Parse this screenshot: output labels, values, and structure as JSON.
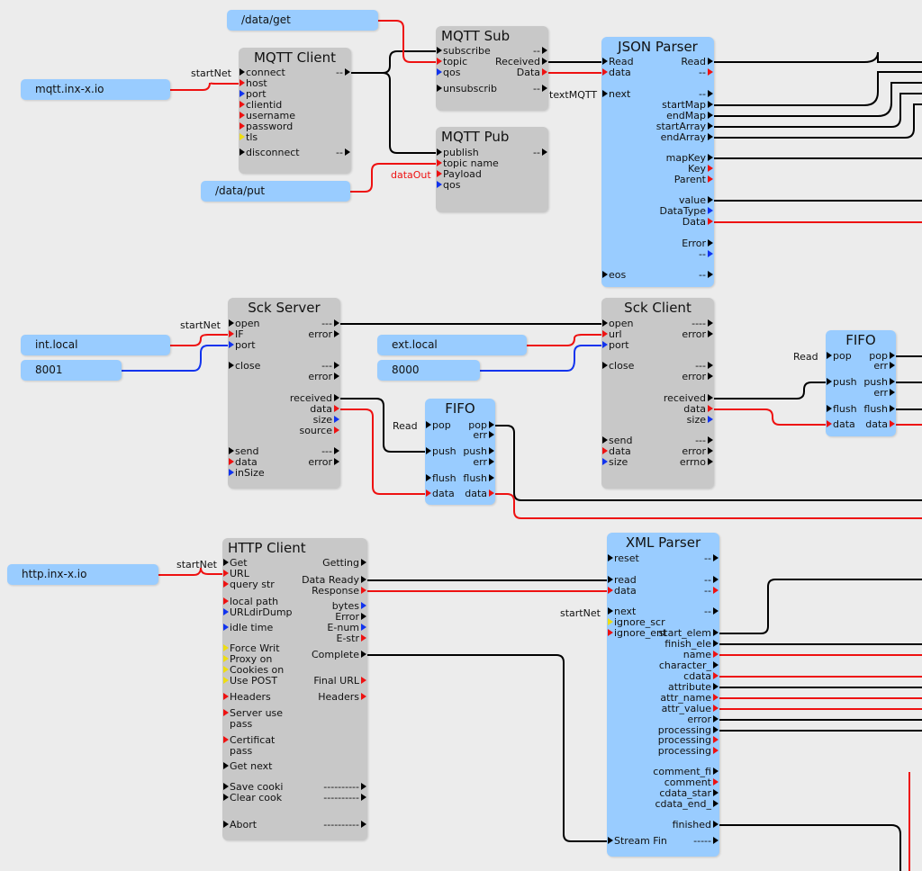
{
  "constants": {
    "data_get": "/data/get",
    "mqtt_host": "mqtt.inx-x.io",
    "data_put": "/data/put",
    "int_local": "int.local",
    "port_8001": "8001",
    "ext_local": "ext.local",
    "port_8000": "8000",
    "http_host": "http.inx-x.io"
  },
  "labels": {
    "startNet": "startNet",
    "dataOut": "dataOut",
    "textMQTT": "textMQTT",
    "read": "Read"
  },
  "nodes": {
    "mqtt_client": {
      "title": "MQTT Client",
      "ports": [
        {
          "label": "connect",
          "side": "in",
          "color": "black"
        },
        {
          "label": "host",
          "side": "in",
          "color": "red"
        },
        {
          "label": "port",
          "side": "in",
          "color": "blue"
        },
        {
          "label": "clientid",
          "side": "in",
          "color": "red"
        },
        {
          "label": "username",
          "side": "in",
          "color": "red"
        },
        {
          "label": "password",
          "side": "in",
          "color": "red"
        },
        {
          "label": "tls",
          "side": "in",
          "color": "yellow"
        },
        {
          "label": "disconnect",
          "side": "in",
          "color": "black"
        },
        {
          "label": "--",
          "side": "out",
          "color": "black"
        },
        {
          "label": "--",
          "side": "out",
          "color": "black"
        }
      ]
    },
    "mqtt_sub": {
      "title": "MQTT Sub",
      "ports": [
        {
          "label": "subscribe",
          "side": "in",
          "color": "black"
        },
        {
          "label": "topic",
          "side": "in",
          "color": "red"
        },
        {
          "label": "qos",
          "side": "in",
          "color": "blue"
        },
        {
          "label": "unsubscrib",
          "side": "in",
          "color": "black"
        },
        {
          "label": "--",
          "side": "out",
          "color": "black"
        },
        {
          "label": "Received",
          "side": "out",
          "color": "black"
        },
        {
          "label": "Data",
          "side": "out",
          "color": "red"
        },
        {
          "label": "--",
          "side": "out",
          "color": "black"
        }
      ]
    },
    "mqtt_pub": {
      "title": "MQTT Pub",
      "ports": [
        {
          "label": "publish",
          "side": "in",
          "color": "black"
        },
        {
          "label": "topic name",
          "side": "in",
          "color": "red"
        },
        {
          "label": "Payload",
          "side": "in",
          "color": "red"
        },
        {
          "label": "qos",
          "side": "in",
          "color": "blue"
        },
        {
          "label": "--",
          "side": "out",
          "color": "black"
        }
      ]
    },
    "json_parser": {
      "title": "JSON Parser",
      "ports": [
        {
          "label": "Read",
          "side": "in",
          "color": "black"
        },
        {
          "label": "data",
          "side": "in",
          "color": "red"
        },
        {
          "label": "next",
          "side": "in",
          "color": "black"
        },
        {
          "label": "eos",
          "side": "in",
          "color": "black"
        },
        {
          "label": "Read",
          "side": "out",
          "color": "black"
        },
        {
          "label": "--",
          "side": "out",
          "color": "red"
        },
        {
          "label": "--",
          "side": "out",
          "color": "black"
        },
        {
          "label": "startMap",
          "side": "out",
          "color": "black"
        },
        {
          "label": "endMap",
          "side": "out",
          "color": "black"
        },
        {
          "label": "startArray",
          "side": "out",
          "color": "black"
        },
        {
          "label": "endArray",
          "side": "out",
          "color": "black"
        },
        {
          "label": "mapKey",
          "side": "out",
          "color": "black"
        },
        {
          "label": "Key",
          "side": "out",
          "color": "red"
        },
        {
          "label": "Parent",
          "side": "out",
          "color": "red"
        },
        {
          "label": "value",
          "side": "out",
          "color": "black"
        },
        {
          "label": "DataType",
          "side": "out",
          "color": "blue"
        },
        {
          "label": "Data",
          "side": "out",
          "color": "red"
        },
        {
          "label": "Error",
          "side": "out",
          "color": "black"
        },
        {
          "label": "--",
          "side": "out",
          "color": "blue"
        },
        {
          "label": "--",
          "side": "out",
          "color": "black"
        }
      ]
    },
    "sck_server": {
      "title": "Sck Server",
      "ports": [
        {
          "label": "open",
          "side": "in",
          "color": "black"
        },
        {
          "label": "IF",
          "side": "in",
          "color": "red"
        },
        {
          "label": "port",
          "side": "in",
          "color": "blue"
        },
        {
          "label": "close",
          "side": "in",
          "color": "black"
        },
        {
          "label": "send",
          "side": "in",
          "color": "black"
        },
        {
          "label": "data",
          "side": "in",
          "color": "red"
        },
        {
          "label": "inSize",
          "side": "in",
          "color": "blue"
        },
        {
          "label": "---",
          "side": "out",
          "color": "black"
        },
        {
          "label": "error",
          "side": "out",
          "color": "black"
        },
        {
          "label": "---",
          "side": "out",
          "color": "black"
        },
        {
          "label": "error",
          "side": "out",
          "color": "black"
        },
        {
          "label": "received",
          "side": "out",
          "color": "black"
        },
        {
          "label": "data",
          "side": "out",
          "color": "red"
        },
        {
          "label": "size",
          "side": "out",
          "color": "blue"
        },
        {
          "label": "source",
          "side": "out",
          "color": "red"
        },
        {
          "label": "---",
          "side": "out",
          "color": "black"
        },
        {
          "label": "error",
          "side": "out",
          "color": "black"
        }
      ]
    },
    "sck_client": {
      "title": "Sck Client",
      "ports": [
        {
          "label": "open",
          "side": "in",
          "color": "black"
        },
        {
          "label": "url",
          "side": "in",
          "color": "red"
        },
        {
          "label": "port",
          "side": "in",
          "color": "blue"
        },
        {
          "label": "close",
          "side": "in",
          "color": "black"
        },
        {
          "label": "send",
          "side": "in",
          "color": "black"
        },
        {
          "label": "data",
          "side": "in",
          "color": "red"
        },
        {
          "label": "size",
          "side": "in",
          "color": "blue"
        },
        {
          "label": "----",
          "side": "out",
          "color": "black"
        },
        {
          "label": "error",
          "side": "out",
          "color": "black"
        },
        {
          "label": "---",
          "side": "out",
          "color": "black"
        },
        {
          "label": "error",
          "side": "out",
          "color": "black"
        },
        {
          "label": "received",
          "side": "out",
          "color": "black"
        },
        {
          "label": "data",
          "side": "out",
          "color": "red"
        },
        {
          "label": "size",
          "side": "out",
          "color": "blue"
        },
        {
          "label": "---",
          "side": "out",
          "color": "black"
        },
        {
          "label": "error",
          "side": "out",
          "color": "black"
        },
        {
          "label": "errno",
          "side": "out",
          "color": "black"
        }
      ]
    },
    "fifo1": {
      "title": "FIFO",
      "ports": [
        {
          "label": "pop",
          "side": "in",
          "color": "black"
        },
        {
          "label": "push",
          "side": "in",
          "color": "black"
        },
        {
          "label": "flush",
          "side": "in",
          "color": "black"
        },
        {
          "label": "data",
          "side": "in",
          "color": "red"
        },
        {
          "label": "pop",
          "side": "out",
          "color": "black"
        },
        {
          "label": "err",
          "side": "out",
          "color": "black"
        },
        {
          "label": "push",
          "side": "out",
          "color": "black"
        },
        {
          "label": "err",
          "side": "out",
          "color": "black"
        },
        {
          "label": "flush",
          "side": "out",
          "color": "black"
        },
        {
          "label": "data",
          "side": "out",
          "color": "red"
        }
      ]
    },
    "fifo2": {
      "title": "FIFO",
      "ports": [
        {
          "label": "pop",
          "side": "in",
          "color": "black"
        },
        {
          "label": "push",
          "side": "in",
          "color": "black"
        },
        {
          "label": "flush",
          "side": "in",
          "color": "black"
        },
        {
          "label": "data",
          "side": "in",
          "color": "red"
        },
        {
          "label": "pop",
          "side": "out",
          "color": "black"
        },
        {
          "label": "err",
          "side": "out",
          "color": "black"
        },
        {
          "label": "push",
          "side": "out",
          "color": "black"
        },
        {
          "label": "err",
          "side": "out",
          "color": "black"
        },
        {
          "label": "flush",
          "side": "out",
          "color": "black"
        },
        {
          "label": "data",
          "side": "out",
          "color": "red"
        }
      ]
    },
    "http_client": {
      "title": "HTTP Client",
      "ports": [
        {
          "label": "Get",
          "side": "in",
          "color": "black"
        },
        {
          "label": "URL",
          "side": "in",
          "color": "red"
        },
        {
          "label": "query str",
          "side": "in",
          "color": "red"
        },
        {
          "label": "local path",
          "side": "in",
          "color": "red"
        },
        {
          "label": "URLdirDump",
          "side": "in",
          "color": "blue"
        },
        {
          "label": "idle time",
          "side": "in",
          "color": "blue"
        },
        {
          "label": "Force Writ",
          "side": "in",
          "color": "yellow"
        },
        {
          "label": "Proxy on",
          "side": "in",
          "color": "yellow"
        },
        {
          "label": "Cookies on",
          "side": "in",
          "color": "yellow"
        },
        {
          "label": "Use POST",
          "side": "in",
          "color": "yellow"
        },
        {
          "label": "Headers",
          "side": "in",
          "color": "red"
        },
        {
          "label": "Server use",
          "side": "in",
          "color": "red"
        },
        {
          "label": "pass",
          "side": "in",
          "color": "none"
        },
        {
          "label": "Certificat",
          "side": "in",
          "color": "red"
        },
        {
          "label": "pass",
          "side": "in",
          "color": "none"
        },
        {
          "label": "Get next",
          "side": "in",
          "color": "black"
        },
        {
          "label": "Save cooki",
          "side": "in",
          "color": "black"
        },
        {
          "label": "Clear cook",
          "side": "in",
          "color": "black"
        },
        {
          "label": "Abort",
          "side": "in",
          "color": "black"
        },
        {
          "label": "Getting",
          "side": "out",
          "color": "black"
        },
        {
          "label": "Data Ready",
          "side": "out",
          "color": "black"
        },
        {
          "label": "Response",
          "side": "out",
          "color": "red"
        },
        {
          "label": "bytes",
          "side": "out",
          "color": "blue"
        },
        {
          "label": "Error",
          "side": "out",
          "color": "black"
        },
        {
          "label": "E-num",
          "side": "out",
          "color": "blue"
        },
        {
          "label": "E-str",
          "side": "out",
          "color": "red"
        },
        {
          "label": "Complete",
          "side": "out",
          "color": "black"
        },
        {
          "label": "Final URL",
          "side": "out",
          "color": "red"
        },
        {
          "label": "Headers",
          "side": "out",
          "color": "red"
        },
        {
          "label": "----------",
          "side": "out",
          "color": "black"
        },
        {
          "label": "----------",
          "side": "out",
          "color": "black"
        },
        {
          "label": "----------",
          "side": "out",
          "color": "black"
        }
      ]
    },
    "xml_parser": {
      "title": "XML Parser",
      "ports": [
        {
          "label": "reset",
          "side": "in",
          "color": "black"
        },
        {
          "label": "read",
          "side": "in",
          "color": "black"
        },
        {
          "label": "data",
          "side": "in",
          "color": "red"
        },
        {
          "label": "next",
          "side": "in",
          "color": "black"
        },
        {
          "label": "ignore_scr",
          "side": "in",
          "color": "yellow"
        },
        {
          "label": "ignore_ent",
          "side": "in",
          "color": "red"
        },
        {
          "label": "Stream Fin",
          "side": "in",
          "color": "black"
        },
        {
          "label": "--",
          "side": "out",
          "color": "black"
        },
        {
          "label": "--",
          "side": "out",
          "color": "black"
        },
        {
          "label": "--",
          "side": "out",
          "color": "red"
        },
        {
          "label": "--",
          "side": "out",
          "color": "black"
        },
        {
          "label": "start_elem",
          "side": "out",
          "color": "black"
        },
        {
          "label": "finish_ele",
          "side": "out",
          "color": "black"
        },
        {
          "label": "name",
          "side": "out",
          "color": "red"
        },
        {
          "label": "character_",
          "side": "out",
          "color": "black"
        },
        {
          "label": "cdata",
          "side": "out",
          "color": "red"
        },
        {
          "label": "attribute",
          "side": "out",
          "color": "black"
        },
        {
          "label": "attr_name",
          "side": "out",
          "color": "red"
        },
        {
          "label": "attr_value",
          "side": "out",
          "color": "red"
        },
        {
          "label": "error",
          "side": "out",
          "color": "black"
        },
        {
          "label": "processing",
          "side": "out",
          "color": "black"
        },
        {
          "label": "processing",
          "side": "out",
          "color": "red"
        },
        {
          "label": "processing",
          "side": "out",
          "color": "red"
        },
        {
          "label": "comment_fi",
          "side": "out",
          "color": "black"
        },
        {
          "label": "comment",
          "side": "out",
          "color": "red"
        },
        {
          "label": "cdata_star",
          "side": "out",
          "color": "black"
        },
        {
          "label": "cdata_end_",
          "side": "out",
          "color": "black"
        },
        {
          "label": "finished",
          "side": "out",
          "color": "black"
        },
        {
          "label": "-----",
          "side": "out",
          "color": "black"
        }
      ]
    }
  },
  "colors": {
    "background": "#ececec",
    "node_gray": "#c8c8c8",
    "node_blue": "#99ccff",
    "event_black": "#000000",
    "string_red": "#ee1111",
    "integer_blue": "#1133ee",
    "boolean_yellow": "#eedd11"
  }
}
